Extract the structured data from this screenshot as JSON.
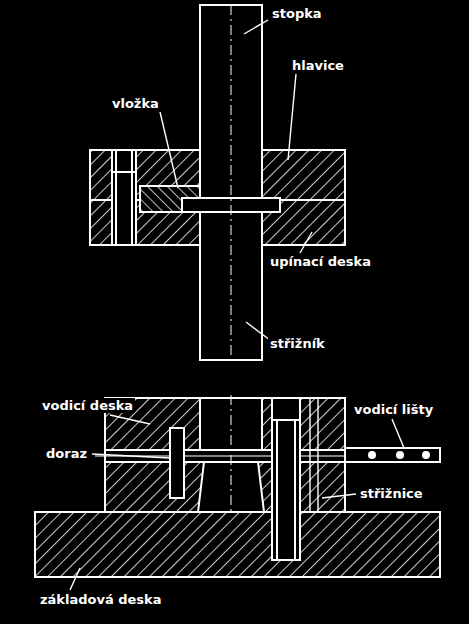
{
  "diagram": {
    "labels": [
      "stopka",
      "vložka",
      "hlavice",
      "upínací deska",
      "střižník",
      "vodicí deska",
      "vodicí lišty",
      "doraz",
      "střižnice",
      "základová deska"
    ]
  }
}
